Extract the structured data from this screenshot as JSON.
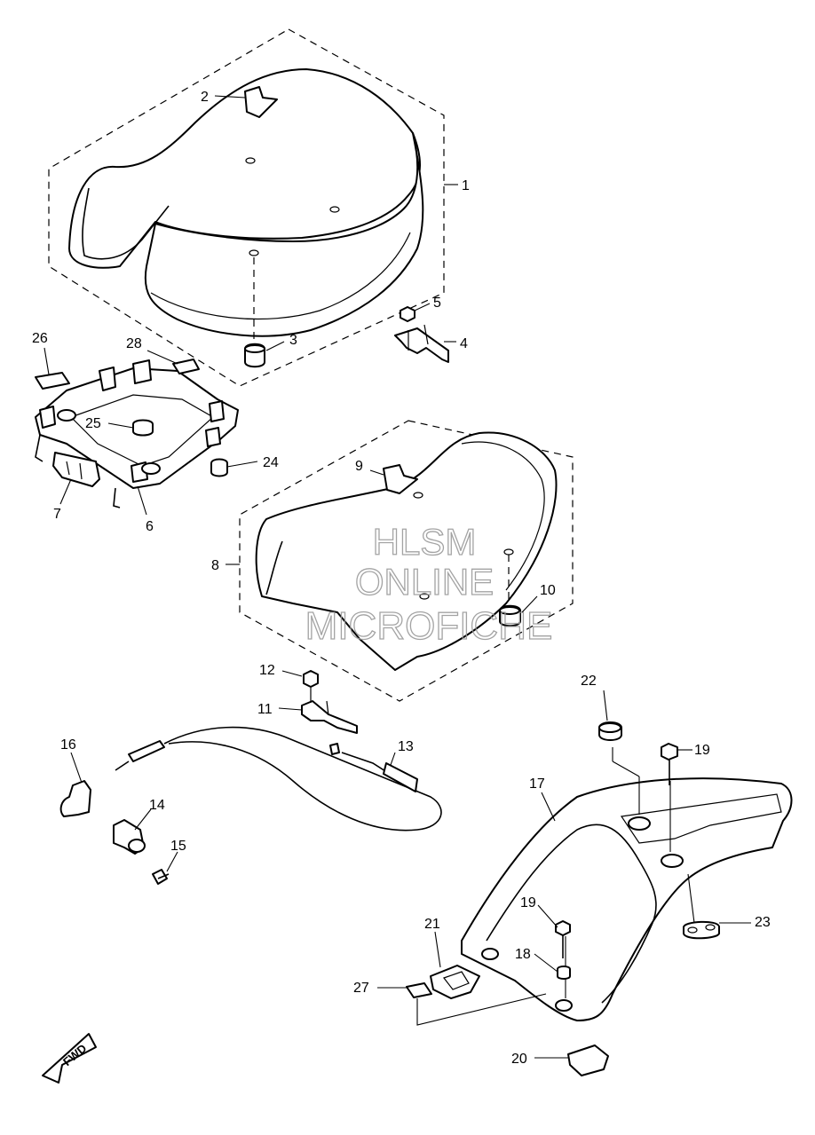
{
  "watermark": {
    "line1": "HLSM",
    "line2": "ONLINE",
    "line3": "MICROFICHE"
  },
  "direction_marker": "FWD",
  "callouts": [
    {
      "id": "1",
      "label": "1"
    },
    {
      "id": "2",
      "label": "2"
    },
    {
      "id": "3",
      "label": "3"
    },
    {
      "id": "4",
      "label": "4"
    },
    {
      "id": "5",
      "label": "5"
    },
    {
      "id": "6",
      "label": "6"
    },
    {
      "id": "7",
      "label": "7"
    },
    {
      "id": "8",
      "label": "8"
    },
    {
      "id": "9",
      "label": "9"
    },
    {
      "id": "10",
      "label": "10"
    },
    {
      "id": "11",
      "label": "11"
    },
    {
      "id": "12",
      "label": "12"
    },
    {
      "id": "13",
      "label": "13"
    },
    {
      "id": "14",
      "label": "14"
    },
    {
      "id": "15",
      "label": "15"
    },
    {
      "id": "16",
      "label": "16"
    },
    {
      "id": "17",
      "label": "17"
    },
    {
      "id": "18",
      "label": "18"
    },
    {
      "id": "19a",
      "label": "19"
    },
    {
      "id": "19b",
      "label": "19"
    },
    {
      "id": "20",
      "label": "20"
    },
    {
      "id": "21",
      "label": "21"
    },
    {
      "id": "22",
      "label": "22"
    },
    {
      "id": "23",
      "label": "23"
    },
    {
      "id": "24",
      "label": "24"
    },
    {
      "id": "25",
      "label": "25"
    },
    {
      "id": "26",
      "label": "26"
    },
    {
      "id": "27",
      "label": "27"
    },
    {
      "id": "28",
      "label": "28"
    }
  ]
}
